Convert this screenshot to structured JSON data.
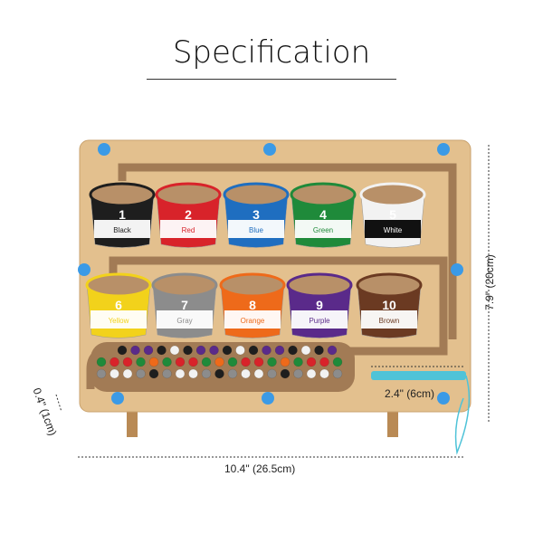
{
  "title": "Specification",
  "dimensions": {
    "height": "7.9\" (20cm)",
    "thickness": "0.4\" (1cm)",
    "pen": "2.4\" (6cm)",
    "width": "10.4\" (26.5cm)"
  },
  "cups": [
    {
      "number": "1",
      "name": "Black",
      "color": "#1e1e1e"
    },
    {
      "number": "2",
      "name": "Red",
      "color": "#d8232a"
    },
    {
      "number": "3",
      "name": "Blue",
      "color": "#1f6ec0"
    },
    {
      "number": "4",
      "name": "Green",
      "color": "#1f8a3a"
    },
    {
      "number": "5",
      "name": "White",
      "color": "#f2f2f2"
    },
    {
      "number": "6",
      "name": "Yellow",
      "color": "#f2d21b"
    },
    {
      "number": "7",
      "name": "Gray",
      "color": "#8c8c8c"
    },
    {
      "number": "8",
      "name": "Orange",
      "color": "#ee6a1a"
    },
    {
      "number": "9",
      "name": "Purple",
      "color": "#5a2a8a"
    },
    {
      "number": "10",
      "name": "Brown",
      "color": "#6b3a22"
    }
  ],
  "colors": {
    "wood": "#e3c08e",
    "track": "#a27b55",
    "peg": "#3b9ae6",
    "pen": "#4fc3d8"
  }
}
